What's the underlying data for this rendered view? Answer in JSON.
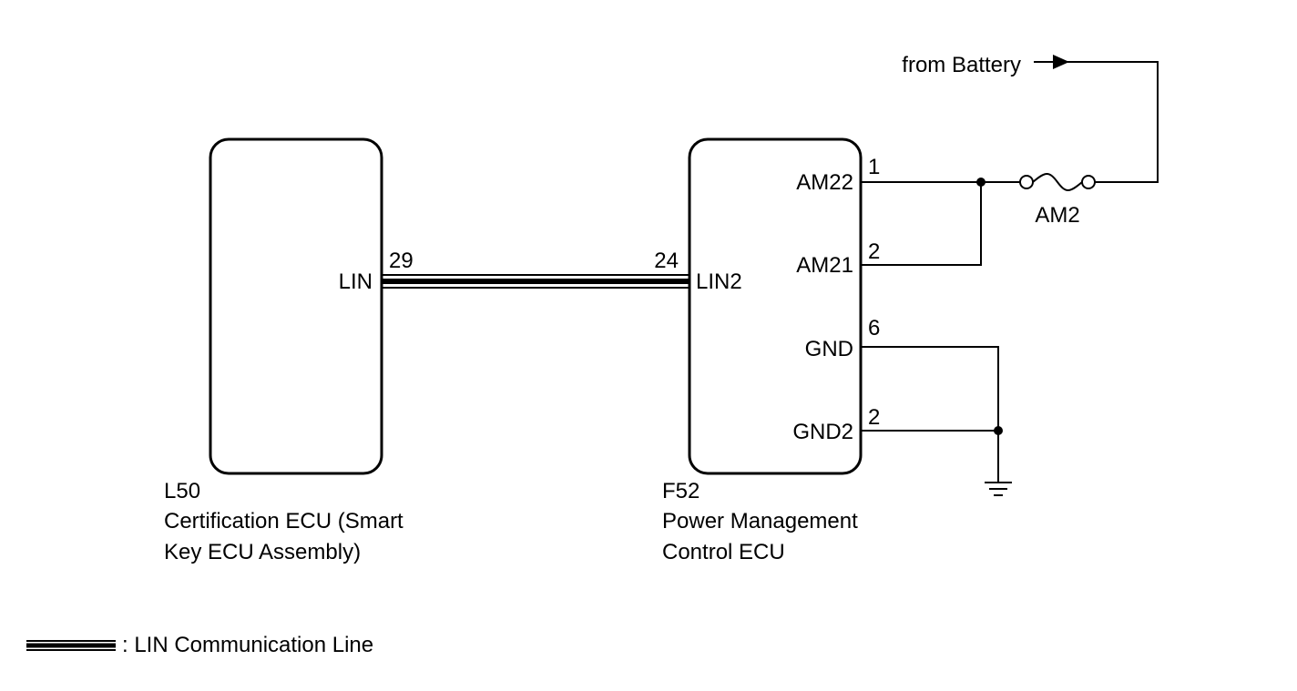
{
  "diagram": {
    "battery_label": "from Battery",
    "fuse_label": "AM2",
    "ecu_left": {
      "connector": "L50",
      "name_line1": "Certification ECU (Smart",
      "name_line2": "Key ECU Assembly)",
      "pin_label": "LIN",
      "pin_number": "29"
    },
    "ecu_right": {
      "connector": "F52",
      "name_line1": "Power Management",
      "name_line2": "Control ECU",
      "pins": [
        {
          "label": "LIN2",
          "number": "24"
        },
        {
          "label": "AM22",
          "number": "1"
        },
        {
          "label": "AM21",
          "number": "2"
        },
        {
          "label": "GND",
          "number": "6"
        },
        {
          "label": "GND2",
          "number": "2"
        }
      ]
    },
    "legend": {
      "text": ": LIN Communication Line"
    }
  }
}
